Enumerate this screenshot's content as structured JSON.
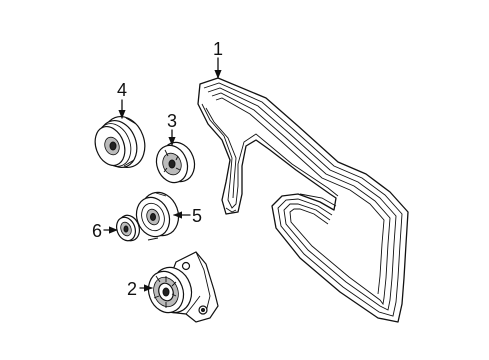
{
  "callouts": {
    "belt": "1",
    "tensioner": "2",
    "idler_pulley_upper": "3",
    "idler_pulley_grooved": "4",
    "idler_pulley_lower": "5",
    "idler_pulley_small": "6"
  }
}
